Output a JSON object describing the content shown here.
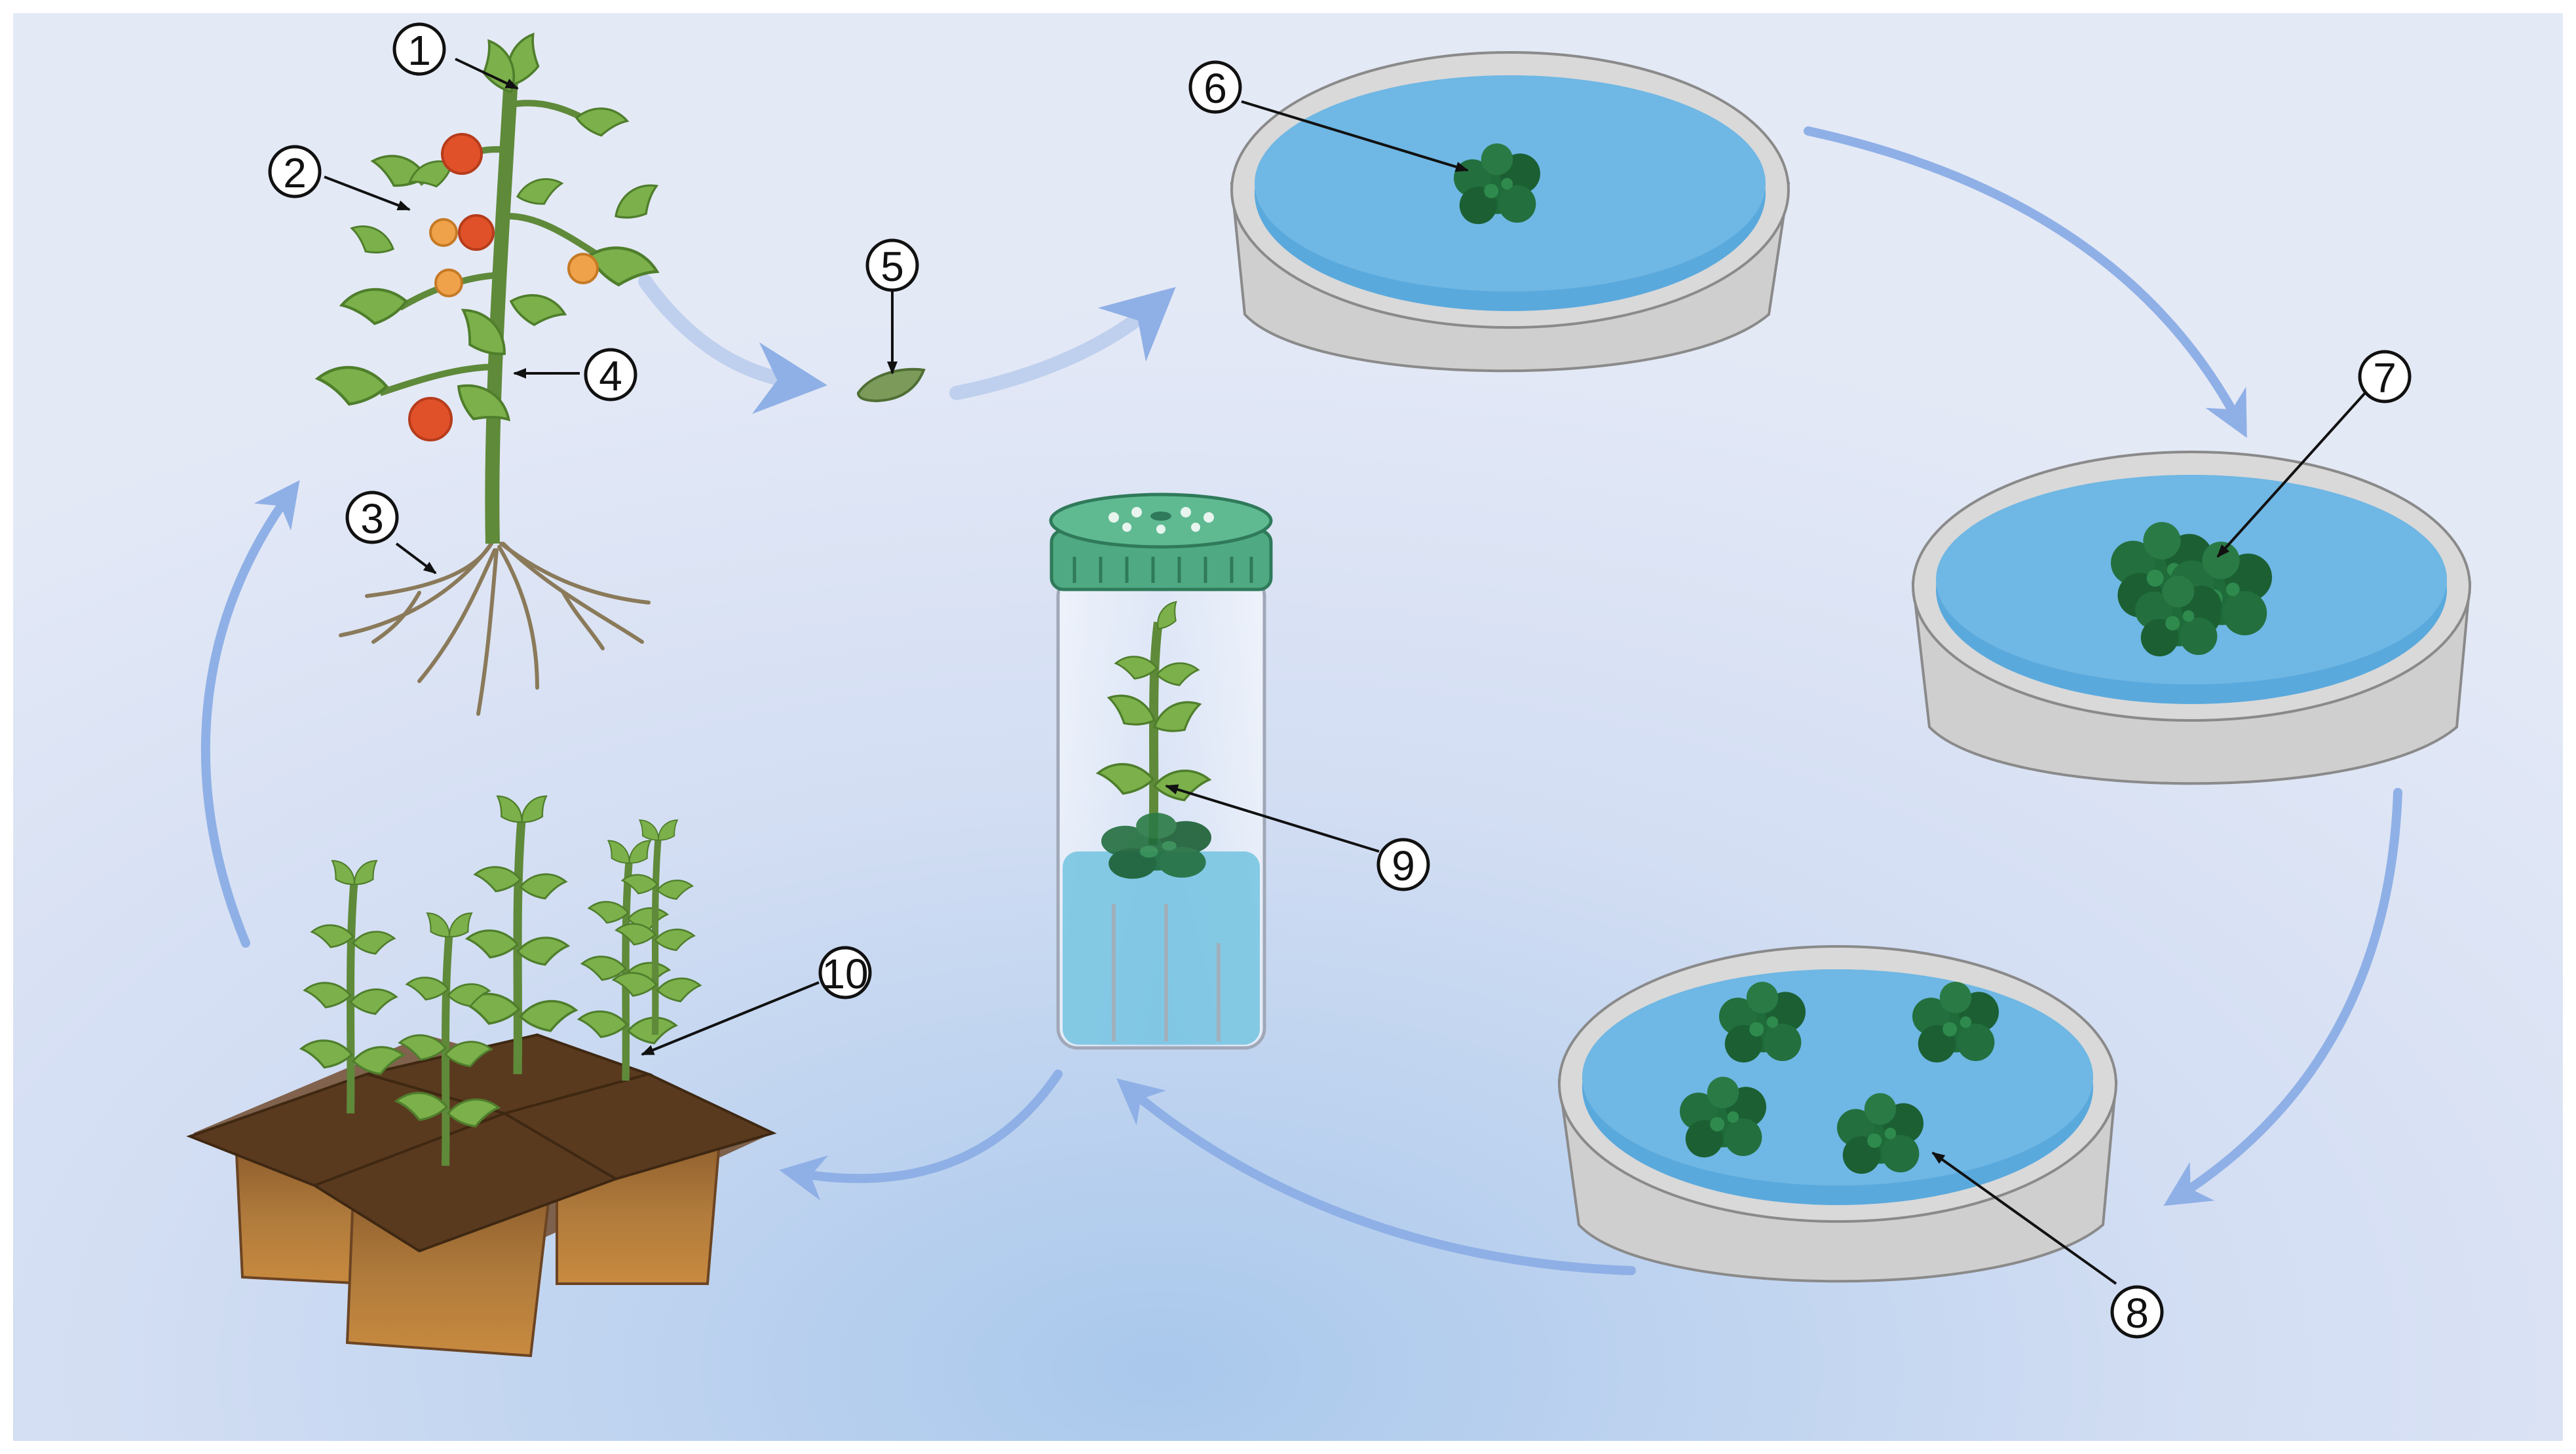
{
  "figure": {
    "callouts": [
      {
        "id": "1",
        "text": "1"
      },
      {
        "id": "2",
        "text": "2"
      },
      {
        "id": "3",
        "text": "3"
      },
      {
        "id": "4",
        "text": "4"
      },
      {
        "id": "5",
        "text": "5"
      },
      {
        "id": "6",
        "text": "6"
      },
      {
        "id": "7",
        "text": "7"
      },
      {
        "id": "8",
        "text": "8"
      },
      {
        "id": "9",
        "text": "9"
      },
      {
        "id": "10",
        "text": "10"
      }
    ],
    "colors": {
      "background": "#d6e0f2",
      "cycle_arrow": "#8fb0e6",
      "dish_rim": "#d3d3d3",
      "medium": "#5aa9dd",
      "callus": "#1f6b3a",
      "leaf": "#7cb04a",
      "stem": "#5f8a3a",
      "fruit": "#e0512a",
      "jar_cap": "#4fa982",
      "pot": "#a9702f",
      "soil": "#6b4423"
    },
    "icons": [
      "tomato-plant-icon",
      "explant-leaf-icon",
      "petri-dish-icon",
      "callus-icon",
      "culture-jar-icon",
      "seedling-pot-icon"
    ]
  }
}
